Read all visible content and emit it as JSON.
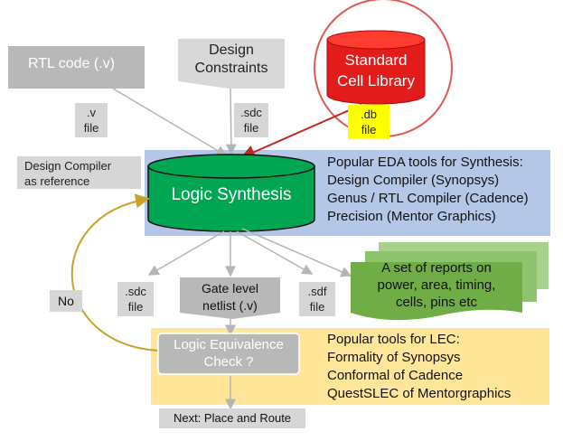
{
  "nodes": {
    "rtl_code": "RTL code (.v)",
    "design_constraints": [
      "Design",
      "Constraints"
    ],
    "standard_cell_library": [
      "Standard",
      "Cell Library"
    ],
    "logic_synthesis": "Logic Synthesis",
    "design_compiler_ref": [
      "Design Compiler",
      "as reference"
    ],
    "gate_level_netlist": [
      "Gate level",
      "netlist (.v)"
    ],
    "reports": [
      "A set of reports on",
      "power, area, timing,",
      "cells, pins etc"
    ],
    "lec": [
      "Logic Equivalence",
      "Check ?"
    ],
    "next_step": "Next: Place and Route",
    "no_label": "No"
  },
  "file_labels": {
    "v_file": [
      ".v",
      "file"
    ],
    "sdc_file_in": [
      ".sdc",
      "file"
    ],
    "db_file": [
      ".db",
      "file"
    ],
    "sdc_file_out": [
      ".sdc",
      "file"
    ],
    "sdf_file": [
      ".sdf",
      "file"
    ]
  },
  "synthesis_tools": {
    "heading": "Popular EDA tools for Synthesis:",
    "items": [
      "Design Compiler (Synopsys)",
      "Genus / RTL Compiler (Cadence)",
      "Precision (Mentor Graphics)"
    ]
  },
  "lec_tools": {
    "heading": "Popular tools for LEC:",
    "items": [
      "Formality of Synopsys",
      "Conformal of Cadence",
      "QuestSLEC of Mentorgraphics"
    ]
  },
  "colors": {
    "synthesis_panel": "#b4c7e7",
    "lec_panel": "#ffe699",
    "cylinder_green": "#00a651",
    "library_red": "#e31b1b",
    "report_green": "#70ad47",
    "db_highlight": "#ffff00",
    "gray_box": "#b0b0b0",
    "light_gray": "#d9d9d9",
    "feedback_arrow": "#c9a227"
  }
}
